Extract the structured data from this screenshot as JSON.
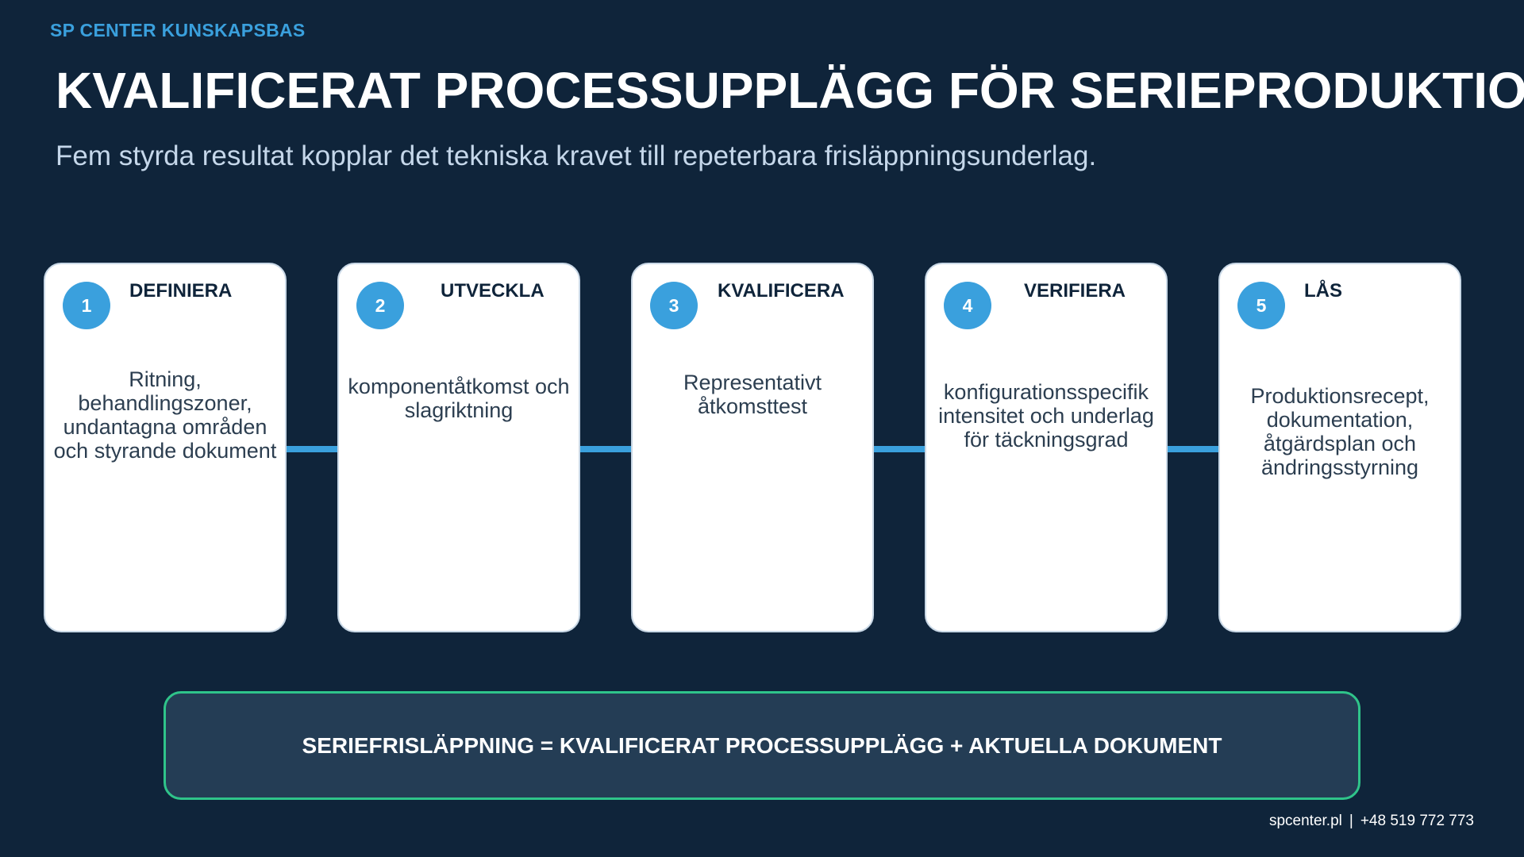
{
  "header": {
    "brand": "SP CENTER KUNSKAPSBAS",
    "title": "KVALIFICERAT PROCESSUPPLÄGG FÖR SERIEPRODUKTION",
    "subtitle": "Fem styrda resultat kopplar det tekniska kravet till repeterbara frisläppningsunderlag."
  },
  "steps": [
    {
      "number": "1",
      "title": "DEFINIERA",
      "body": "Ritning, behandlingszoner, undantagna områden och styrande dokument"
    },
    {
      "number": "2",
      "title": "UTVECKLA",
      "body": "komponentåtkomst och slagriktning"
    },
    {
      "number": "3",
      "title": "KVALIFICERA",
      "body": "Representativt åtkomsttest"
    },
    {
      "number": "4",
      "title": "VERIFIERA",
      "body": "konfigurationsspecifik intensitet och underlag för täckningsgrad"
    },
    {
      "number": "5",
      "title": "LÅS",
      "body": "Produktionsrecept, dokumentation, åtgärdsplan och ändringsstyrning"
    }
  ],
  "equation": "SERIEFRISLÄPPNING = KVALIFICERAT PROCESSUPPLÄGG + AKTUELLA DOKUMENT",
  "footer": {
    "website": "spcenter.pl",
    "separator": "|",
    "phone": "+48 519 772 773"
  },
  "colors": {
    "background": "#0f243a",
    "accent": "#3aa0dd",
    "equation_border": "#2fc48a",
    "card": "#ffffff"
  }
}
